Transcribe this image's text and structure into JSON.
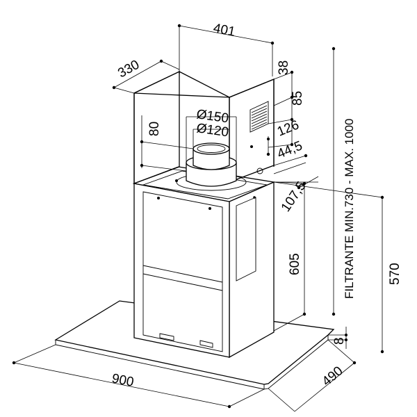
{
  "dimensions": {
    "chimney_width": "401",
    "chimney_depth": "330",
    "top_offset": "38",
    "vent_height": "85",
    "vent_to_outlet": "126",
    "outlet_offset": "44,5",
    "outlet_height": "80",
    "diam_large": "Ø150",
    "diam_small": "Ø120",
    "lower_offset": "107,5",
    "body_height": "605",
    "total_height": "570",
    "canopy_thickness": "8",
    "canopy_width": "900",
    "canopy_depth": "490"
  },
  "notes": {
    "filter_range": "FILTRANTE MIN.730 - MAX. 1000"
  }
}
